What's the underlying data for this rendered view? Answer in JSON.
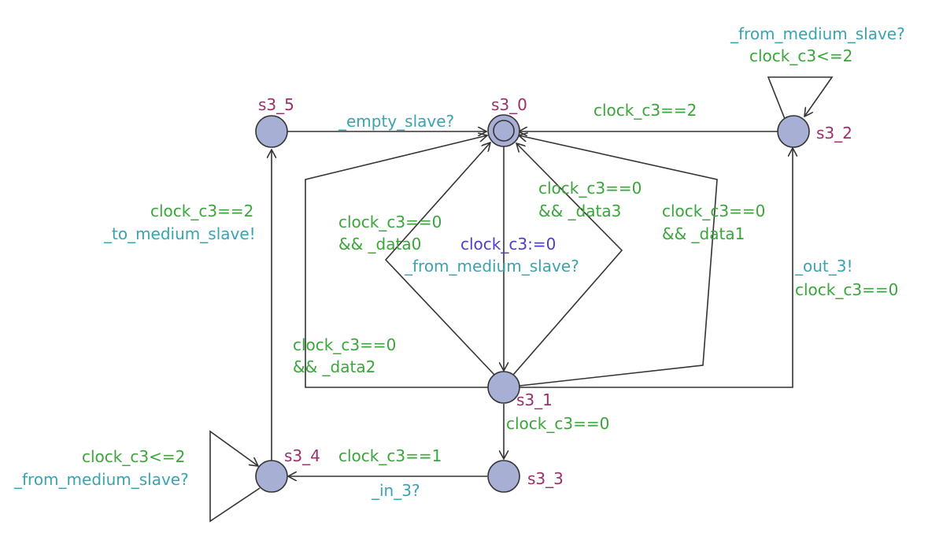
{
  "colors": {
    "state_label": "#9b2f6b",
    "guard": "#3aa53a",
    "sync": "#3aa3b0",
    "assignment": "#4b3fc8",
    "node_fill": "#a7b0d4",
    "edge": "#333333"
  },
  "states": {
    "s3_0": "s3_0",
    "s3_1": "s3_1",
    "s3_2": "s3_2",
    "s3_3": "s3_3",
    "s3_4": "s3_4",
    "s3_5": "s3_5"
  },
  "labels": {
    "s3_5_to_s3_0_sync": "_empty_slave?",
    "s3_2_to_s3_0_guard": "clock_c3==2",
    "s3_2_self_sync": "_from_medium_slave?",
    "s3_2_self_guard": "clock_c3<=2",
    "s3_4_to_s3_5_guard": "clock_c3==2",
    "s3_4_to_s3_5_sync": "_to_medium_slave!",
    "data0_guard_l1": "clock_c3==0",
    "data0_guard_l2": "&& _data0",
    "data3_guard_l1": "clock_c3==0",
    "data3_guard_l2": "&& _data3",
    "data1_guard_l1": "clock_c3==0",
    "data1_guard_l2": "&& _data1",
    "s3_0_to_s3_1_assign": "clock_c3:=0",
    "s3_0_to_s3_1_sync": "_from_medium_slave?",
    "s3_1_to_s3_2_sync": "_out_3!",
    "s3_1_to_s3_2_guard": "clock_c3==0",
    "data2_guard_l1": "clock_c3==0",
    "data2_guard_l2": "&& _data2",
    "s3_1_to_s3_3_guard": "clock_c3==0",
    "s3_3_to_s3_4_guard": "clock_c3==1",
    "s3_3_to_s3_4_sync": "_in_3?",
    "s3_4_self_guard": "clock_c3<=2",
    "s3_4_self_sync": "_from_medium_slave?"
  }
}
